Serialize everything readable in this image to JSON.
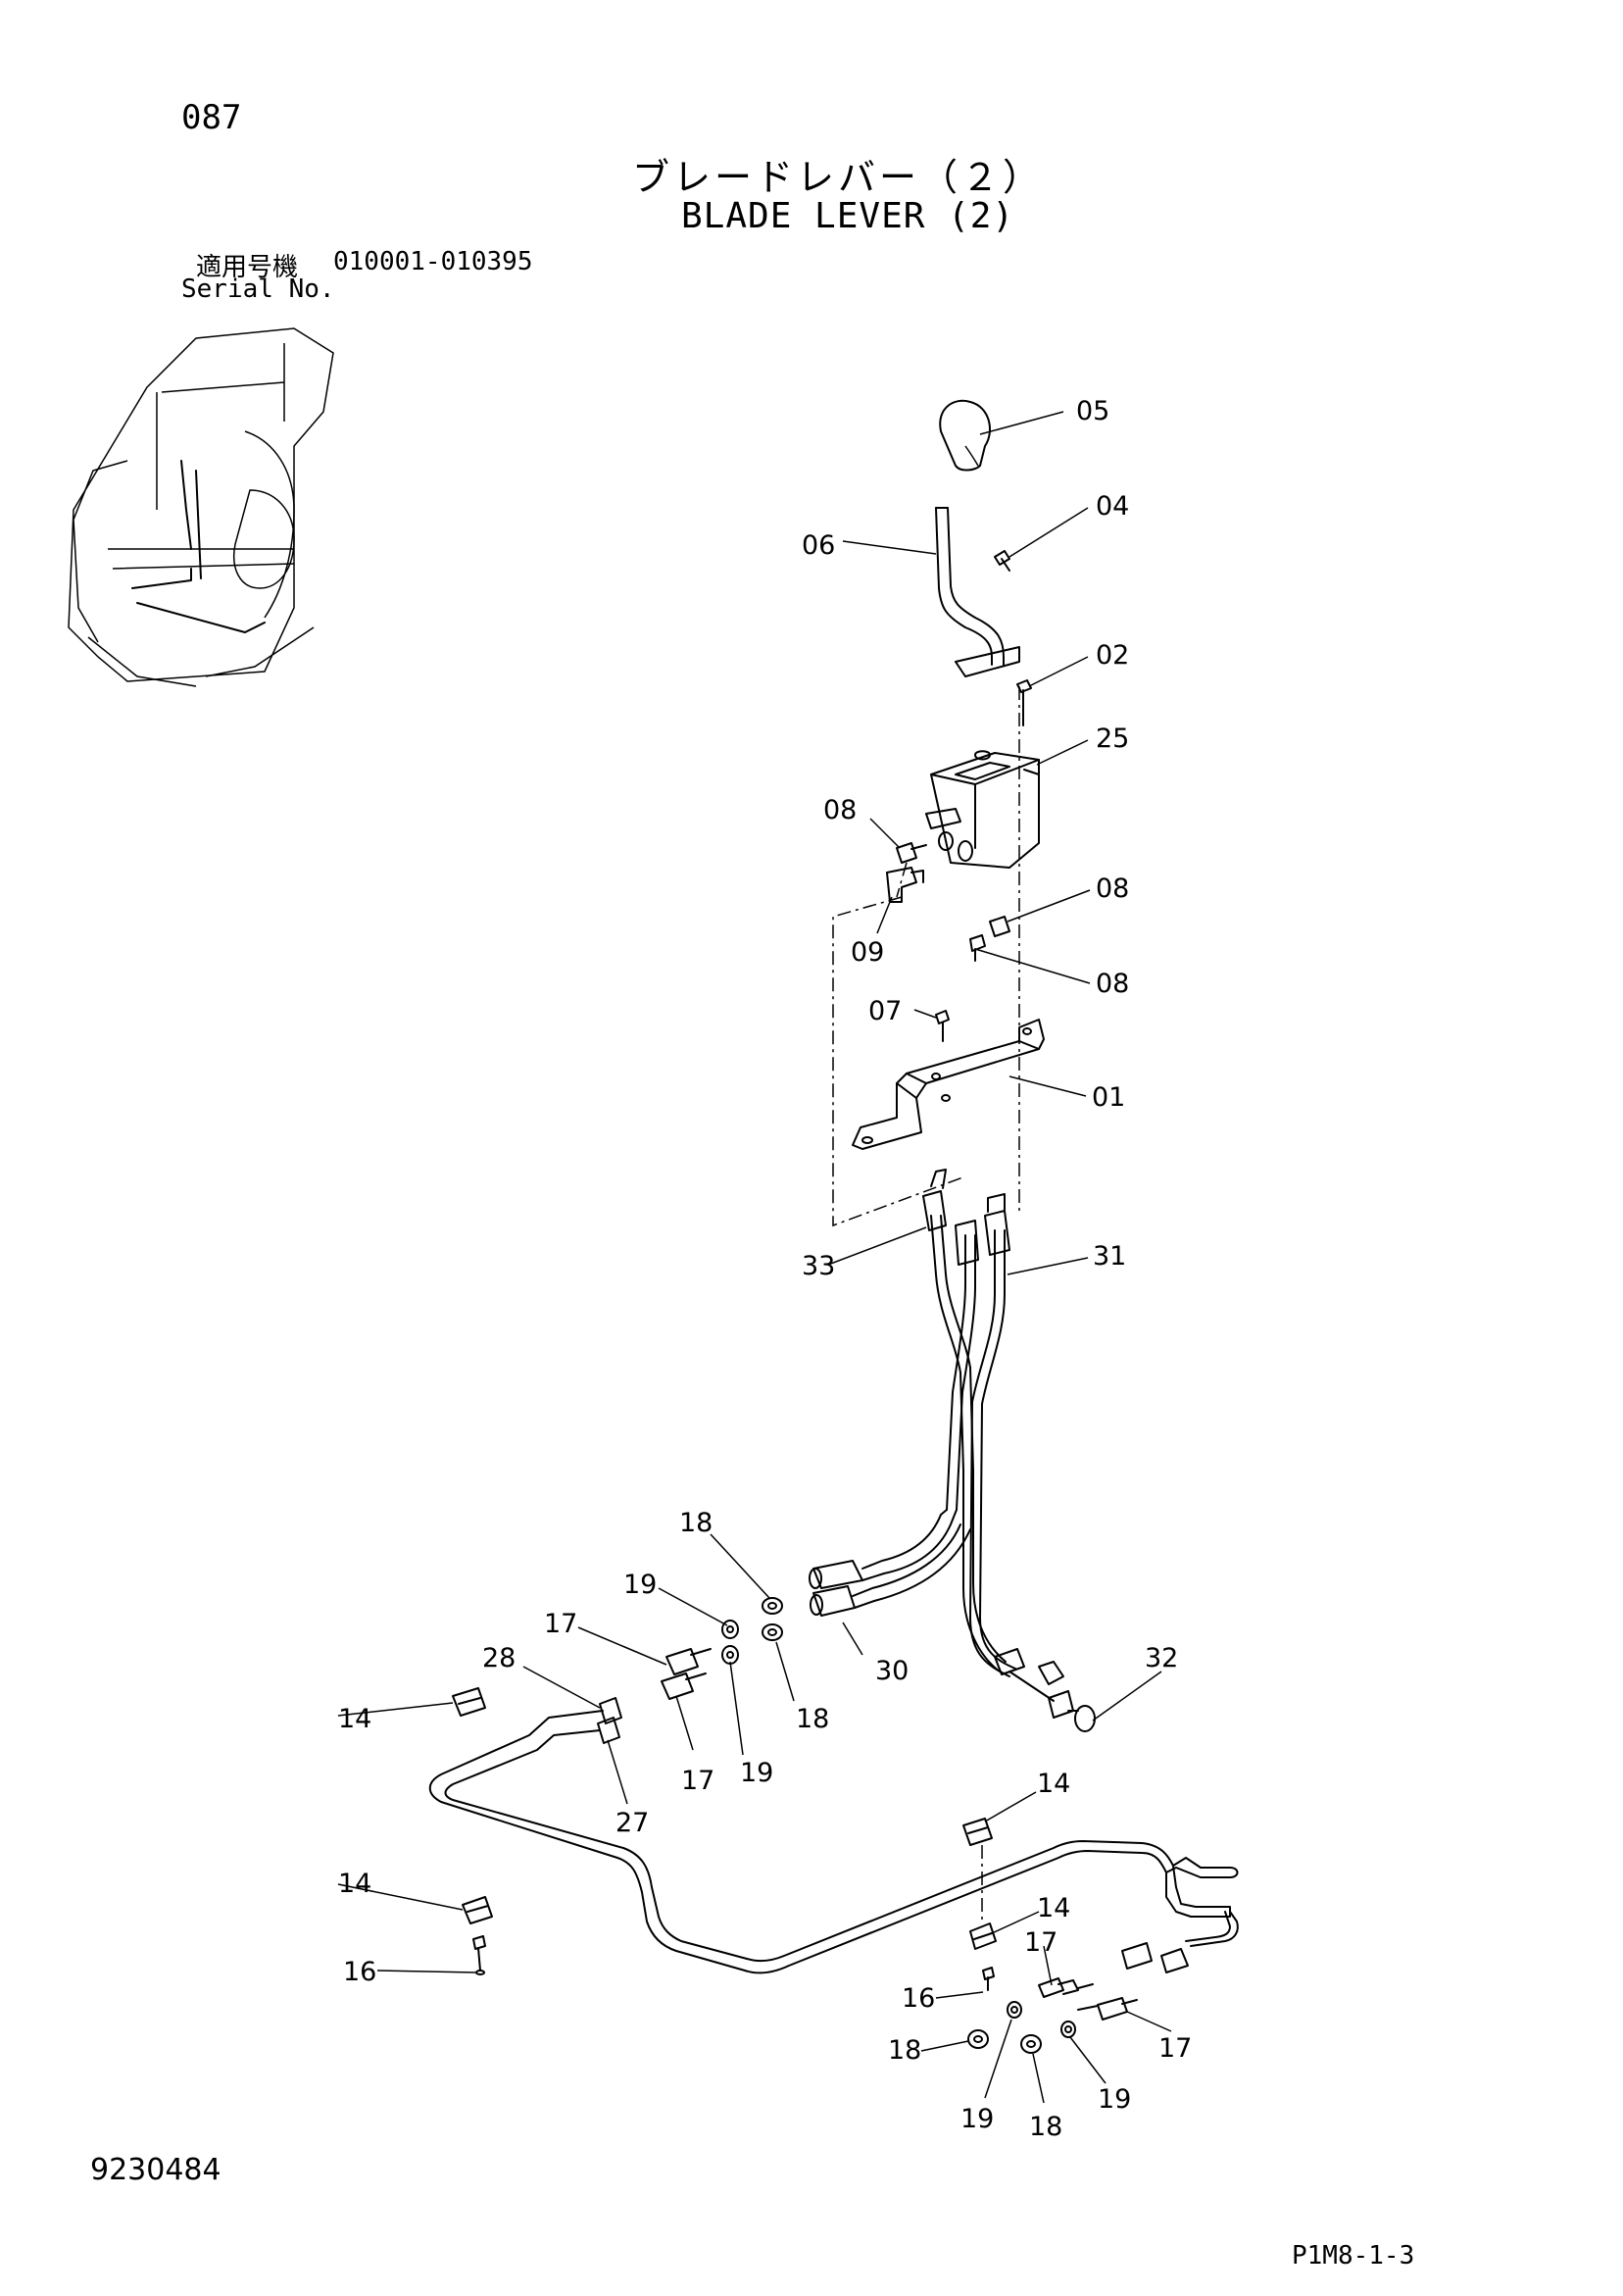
{
  "page_number": "087",
  "title_jp": "ブレードレバー（２）",
  "title_en": "BLADE LEVER (2)",
  "serial_label_jp": "適用号機",
  "serial_label_en": "Serial No.",
  "serial_range": "010001-010395",
  "document_number": "9230484",
  "page_reference": "P1M8-1-3",
  "callouts": {
    "c05": "05",
    "c04": "04",
    "c06": "06",
    "c02": "02",
    "c25": "25",
    "c08a": "08",
    "c09": "09",
    "c08b": "08",
    "c08c": "08",
    "c07": "07",
    "c01": "01",
    "c33": "33",
    "c31": "31",
    "c18a": "18",
    "c19a": "19",
    "c17a": "17",
    "c30": "30",
    "c32": "32",
    "c28": "28",
    "c14a": "14",
    "c19b": "19",
    "c18b": "18",
    "c17b": "17",
    "c27": "27",
    "c14b": "14",
    "c14c": "14",
    "c14d": "14",
    "c17c": "17",
    "c16a": "16",
    "c16b": "16",
    "c18c": "18",
    "c19c": "19",
    "c18d": "18",
    "c19d": "19",
    "c17d": "17"
  }
}
